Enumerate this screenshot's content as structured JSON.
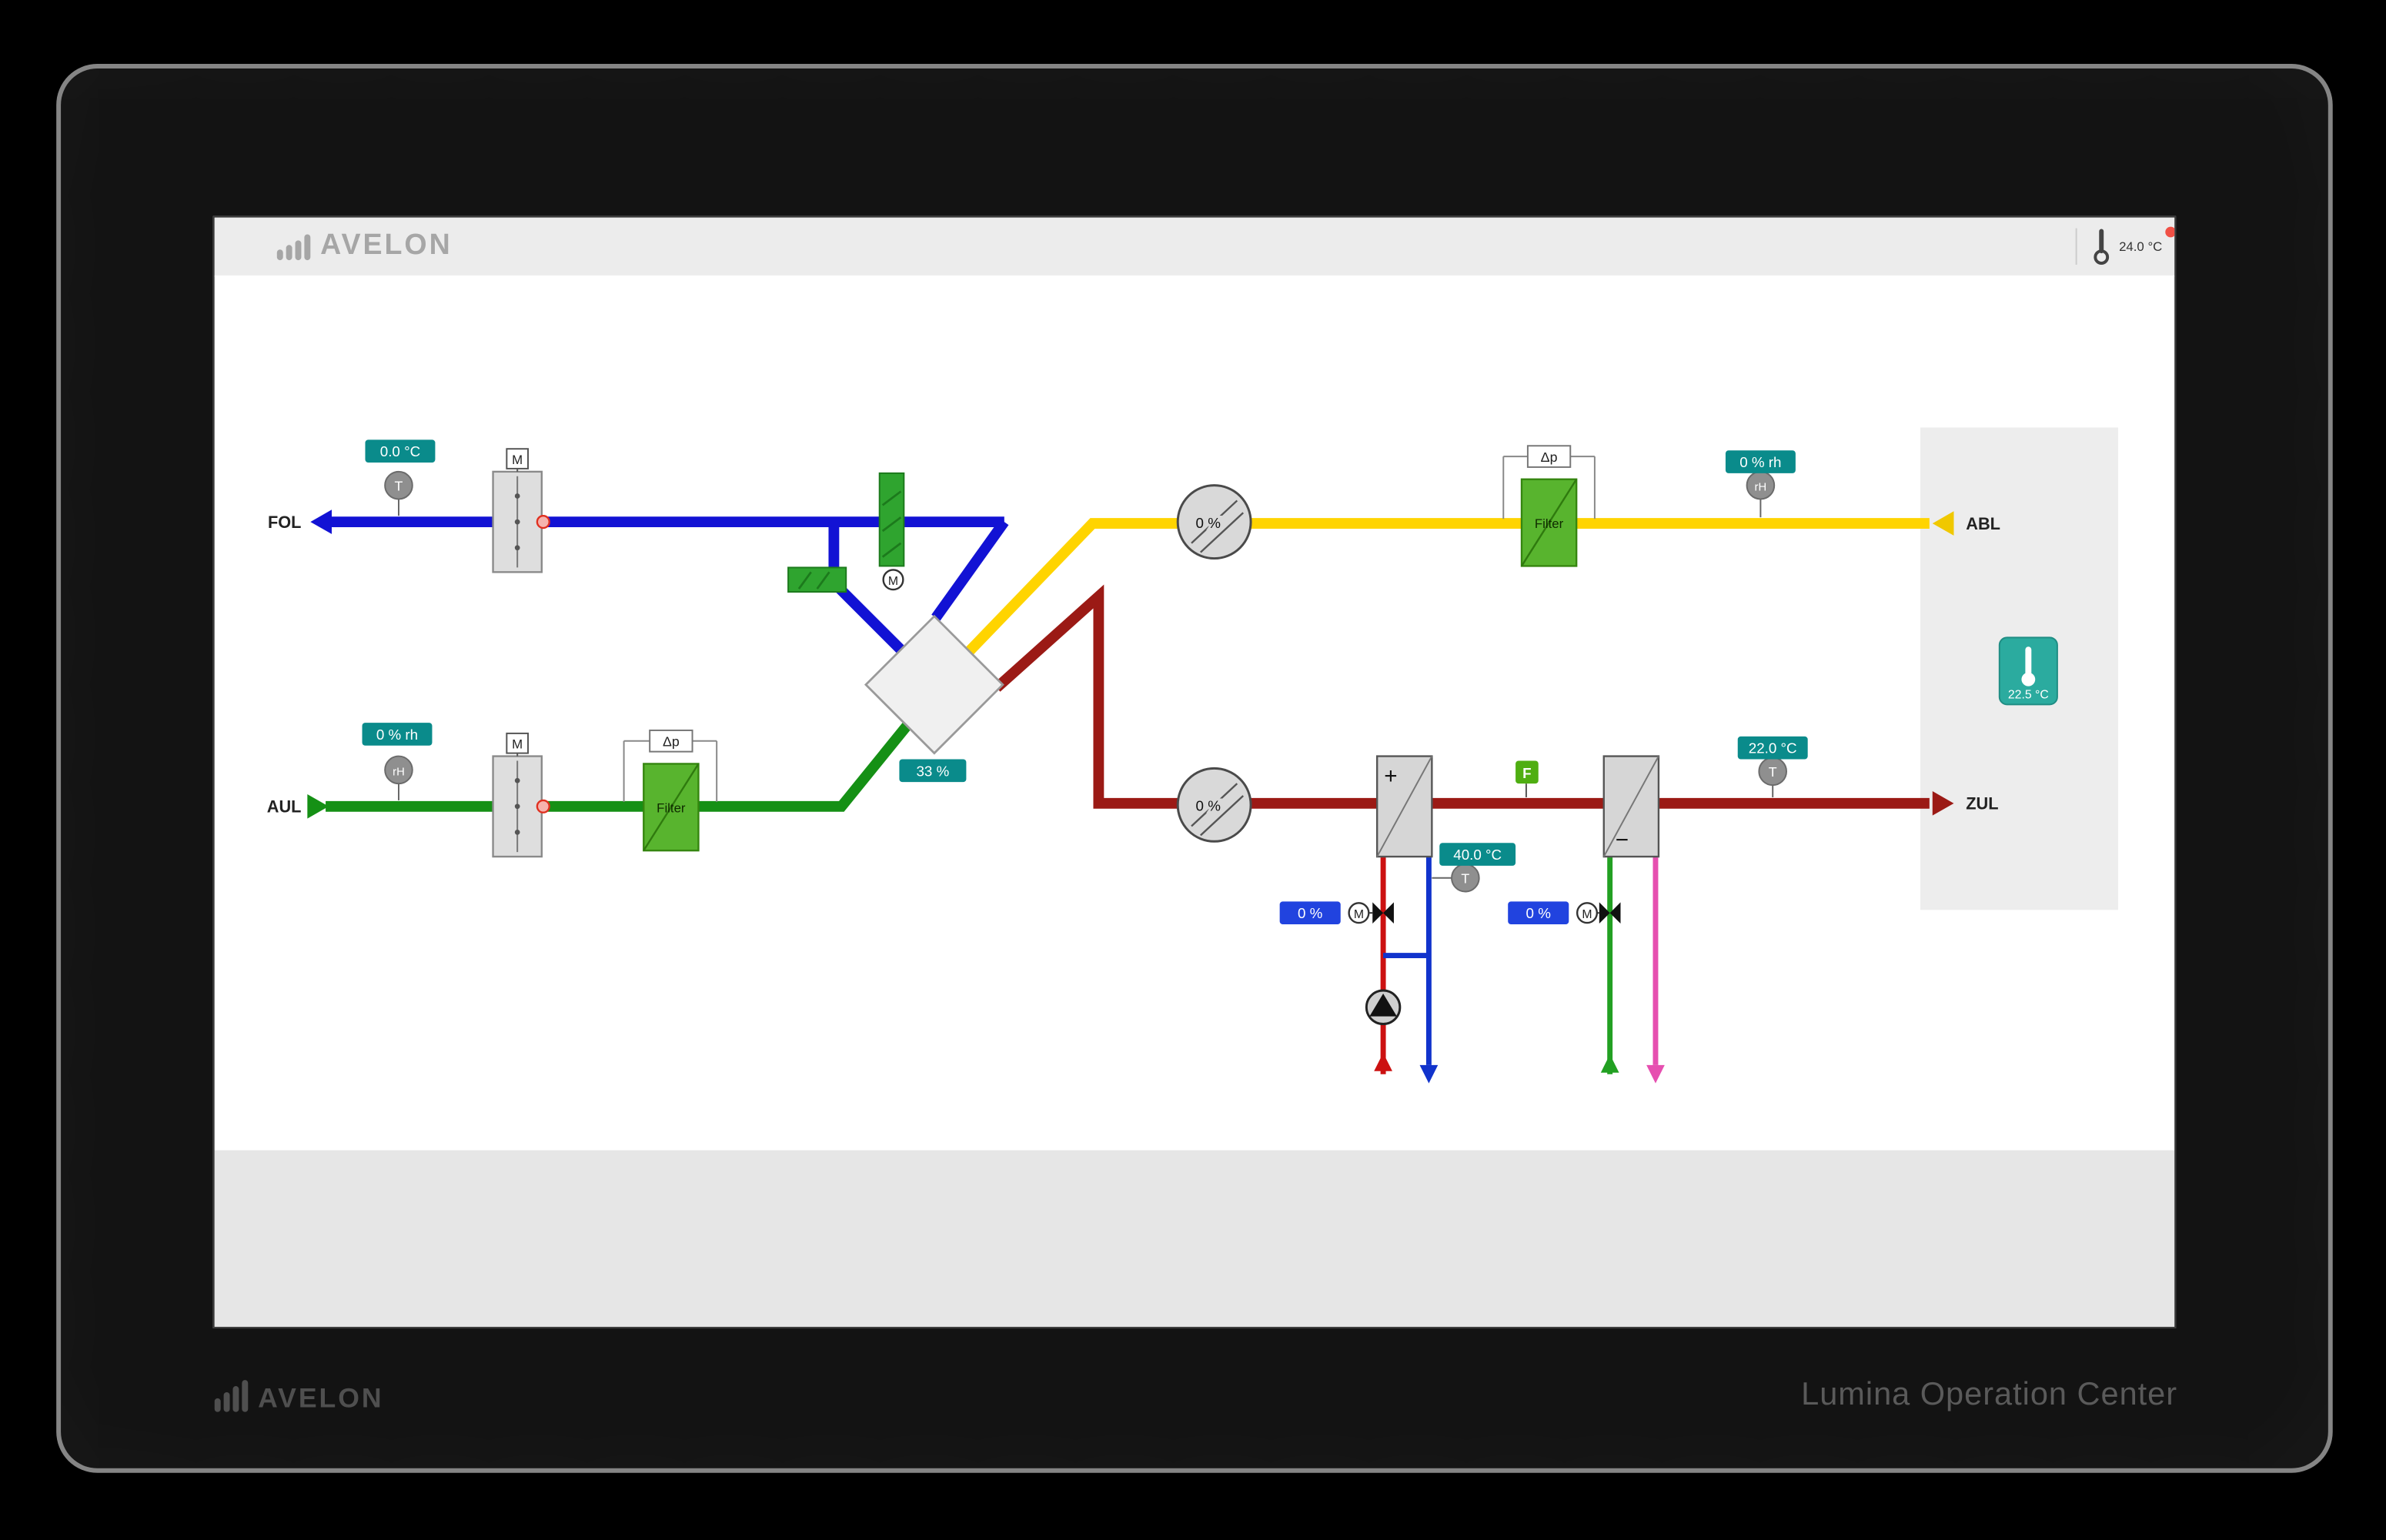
{
  "header": {
    "brand": "AVELON",
    "ambient_temp": "24.0 °C"
  },
  "footer": {
    "brand": "AVELON",
    "product": "Lumina Operation Center"
  },
  "labels": {
    "fol": "FOL",
    "aul": "AUL",
    "abl": "ABL",
    "zul": "ZUL"
  },
  "values": {
    "fol_temp": "0.0 °C",
    "aul_rh": "0 % rh",
    "abl_rh": "0 % rh",
    "zul_temp": "22.0 °C",
    "heating_flow_temp": "40.0 °C",
    "exchanger_efficiency": "33 %",
    "room_temp": "22.5 °C",
    "extract_fan_speed": "0 %",
    "supply_fan_speed": "0 %",
    "heating_valve": "0 %",
    "cooling_valve": "0 %"
  },
  "symbols": {
    "temperature": "T",
    "humidity": "rH",
    "motor": "M",
    "frost": "F",
    "filter": "Filter",
    "diff_pressure": "Δp",
    "heating_plus": "+",
    "cooling_minus": "−"
  },
  "colors": {
    "exhaust_blue": "#1212d4",
    "outdoor_green": "#159015",
    "extract_yellow": "#ffd400",
    "supply_red": "#9b1a15",
    "badge_teal": "#0a8b8b",
    "badge_blue": "#2143df",
    "filter_green": "#58b42e",
    "room_widget_teal": "#2bab9f"
  }
}
